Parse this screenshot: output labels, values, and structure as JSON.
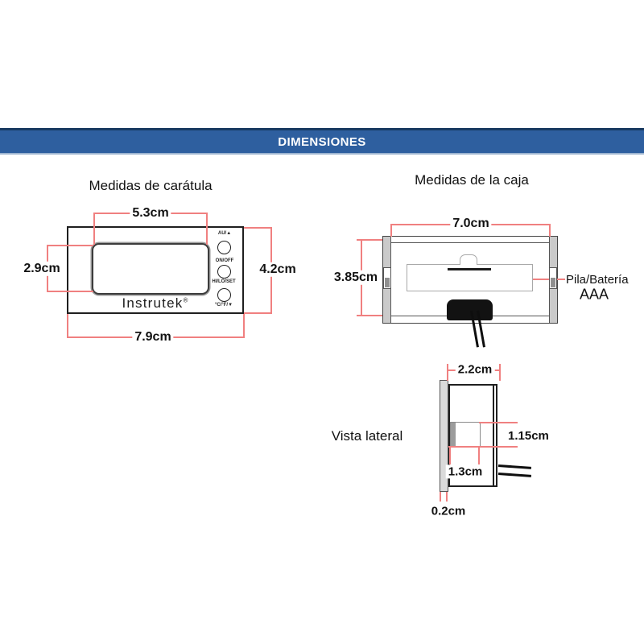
{
  "banner": {
    "title": "DIMENSIONES"
  },
  "faceplate": {
    "heading": "Medidas de carátula",
    "brand": "Instrutek",
    "brand_reg": "®",
    "buttons": [
      {
        "label": "AU/▲"
      },
      {
        "label": "ON/OFF"
      },
      {
        "label": "HI/LO/SET"
      },
      {
        "label": "°C/°F/▼"
      }
    ],
    "dims": {
      "display_width": "5.3cm",
      "display_height": "2.9cm",
      "panel_height": "4.2cm",
      "panel_width": "7.9cm"
    }
  },
  "box": {
    "heading": "Medidas de la caja",
    "dims": {
      "width": "7.0cm",
      "height": "3.85cm"
    },
    "battery_callout": {
      "line1": "Pila/Batería",
      "line2": "AAA"
    }
  },
  "side": {
    "heading": "Vista lateral",
    "dims": {
      "depth": "2.2cm",
      "battery_height": "1.15cm",
      "battery_depth": "1.3cm",
      "bezel_thickness": "0.2cm"
    }
  },
  "colors": {
    "banner_blue": "#2e5f9f",
    "banner_border_top": "#183a61",
    "dimension_red": "#f08080"
  }
}
